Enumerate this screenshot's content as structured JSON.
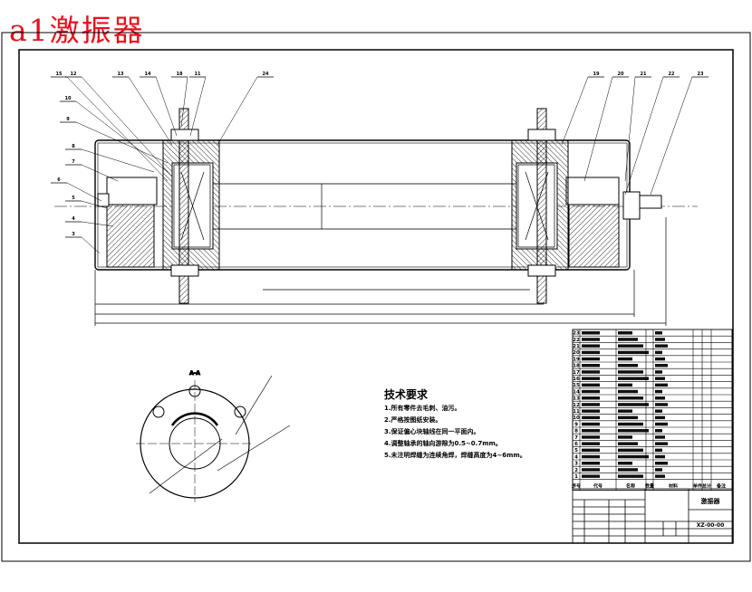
{
  "drawing_title": "a1激振器",
  "title_color": "#e8101c",
  "tech_requirements": {
    "heading": "技术要求",
    "items": [
      "1.所有零件去毛刺、油污。",
      "2.严格按图纸安装。",
      "3.保证偏心块轴线在同一平面内。",
      "4.调整轴承的轴向游隙为0.5~0.7mm。",
      "5.未注明焊缝为连续角焊，焊缝高度为4~6mm。"
    ]
  },
  "balloons_left": [
    "15",
    "12",
    "13",
    "14",
    "18",
    "11",
    "10",
    "9",
    "8",
    "7",
    "6",
    "5",
    "4",
    "3"
  ],
  "balloons_right": [
    "19",
    "20",
    "21",
    "22",
    "23",
    "24"
  ],
  "section_label": "A-A",
  "parts_list": {
    "row_numbers": [
      "23",
      "22",
      "21",
      "20",
      "19",
      "18",
      "17",
      "16",
      "15",
      "14",
      "13",
      "12",
      "11",
      "10",
      "9",
      "8",
      "7",
      "6",
      "5",
      "4",
      "3",
      "2",
      "1"
    ],
    "headers": [
      "序号",
      "代号",
      "名称",
      "数量",
      "材料",
      "单件",
      "总计",
      "备注"
    ]
  },
  "title_block": {
    "name": "激振器",
    "code": "XZ-00-00"
  }
}
